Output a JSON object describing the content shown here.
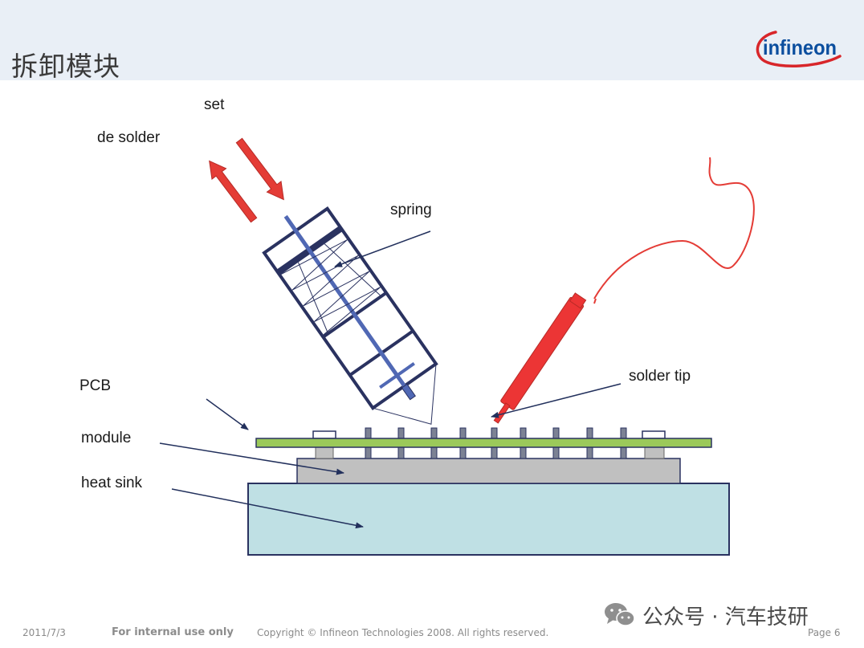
{
  "slide": {
    "title": "拆卸模块",
    "logo_text": "infineon"
  },
  "labels": {
    "set": "set",
    "de_solder": "de solder",
    "spring": "spring",
    "pcb": "PCB",
    "module": "module",
    "heat_sink": "heat sink",
    "solder_tip": "solder tip"
  },
  "footer": {
    "date": "2011/7/3",
    "internal": "For internal use only",
    "copyright": "Copyright © Infineon Technologies 2008. All rights reserved.",
    "page": "Page 6"
  },
  "watermark": {
    "text": "公众号 · 汽车技研",
    "icon": "wechat-icon"
  },
  "colors": {
    "header_bg": "#e9eff6",
    "arrow_red": "#e43c36",
    "tool_navy": "#2a3260",
    "tool_blue": "#5068b4",
    "pcb_green": "#9bc95a",
    "module_gray": "#c0c0c0",
    "heatsink_blue": "#bfe0e4",
    "brand": "#0b4e9e",
    "brand_swoosh": "#d8262a"
  }
}
